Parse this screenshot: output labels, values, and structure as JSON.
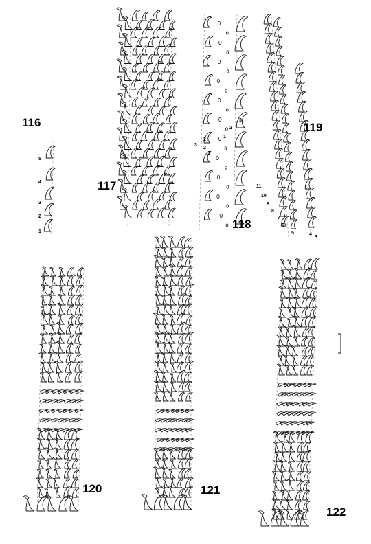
{
  "figures": [
    {
      "id": "116",
      "label": "116"
    },
    {
      "id": "117",
      "label": "117"
    },
    {
      "id": "118",
      "label": "118"
    },
    {
      "id": "119",
      "label": "119"
    },
    {
      "id": "120",
      "label": "120"
    },
    {
      "id": "121",
      "label": "121"
    },
    {
      "id": "122",
      "label": "122"
    }
  ],
  "fig116_row_numbers": [
    "5",
    "4",
    "3",
    "2",
    "1"
  ],
  "fig118_row_numbers": [
    "2",
    "3",
    "1",
    "2",
    "3",
    "2",
    "1"
  ],
  "fig119_row_numbers": [
    "11",
    "10",
    "9",
    "8",
    "7",
    "6",
    "5",
    "4",
    "3"
  ],
  "colors": {
    "ink": "#1a1a1a",
    "guide": "#888888",
    "paper": "#ffffff"
  }
}
